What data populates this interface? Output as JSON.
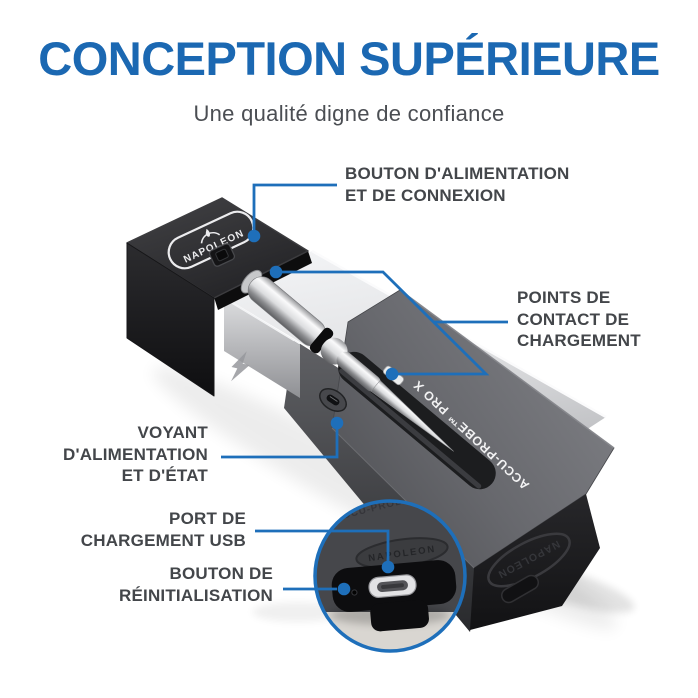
{
  "header": {
    "title": "CONCEPTION SUPÉRIEURE",
    "subtitle": "Une qualité digne de confiance"
  },
  "product": {
    "brand": "NAPOLEON",
    "model": "ACCU-PROBE™ PRO X",
    "tail_brand": "NAPOLEON",
    "inset_brand": "NAPOLEON"
  },
  "callouts": [
    {
      "id": "power",
      "label": "BOUTON D'ALIMENTATION\nET DE CONNEXION"
    },
    {
      "id": "contacts",
      "label": "POINTS DE\nCONTACT DE\nCHARGEMENT"
    },
    {
      "id": "led",
      "label": "VOYANT\nD'ALIMENTATION\nET D'ÉTAT"
    },
    {
      "id": "usb",
      "label": "PORT DE\nCHARGEMENT USB"
    },
    {
      "id": "reset",
      "label": "BOUTON DE\nRÉINITIALISATION"
    }
  ],
  "colors": {
    "accent": "#1b68b2",
    "line": "#1e6fba",
    "label": "#43464a",
    "subtitle": "#4b4e53"
  }
}
